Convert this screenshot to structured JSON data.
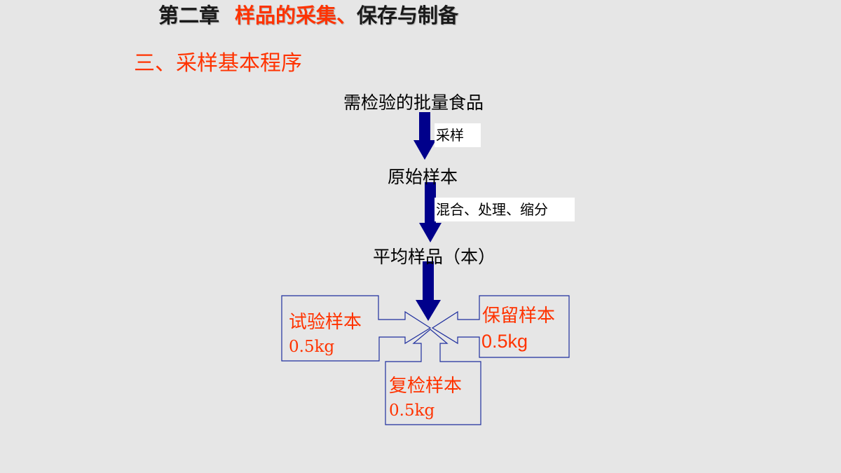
{
  "header": {
    "chapter_number": "第二章",
    "chapter_title": "样品的采集、",
    "chapter_title_rest": "保存与制备"
  },
  "section_title": "三、采样基本程序",
  "flow": {
    "node1": "需检验的批量食品",
    "step1": "采样",
    "node2": "原始样本",
    "step2": "混合、处理、缩分",
    "node3": "平均样品（本）"
  },
  "samples": {
    "test": {
      "label": "试验样本",
      "qty": "0.5kg"
    },
    "retain": {
      "label": "保留样本",
      "qty": "0.5kg"
    },
    "recheck": {
      "label": "复检样本",
      "qty": "0.5kg"
    }
  },
  "colors": {
    "background": "#e6e6e6",
    "accent_red": "#ff3300",
    "arrow_navy": "#00008b",
    "outline_blue": "#1f2f9e"
  }
}
